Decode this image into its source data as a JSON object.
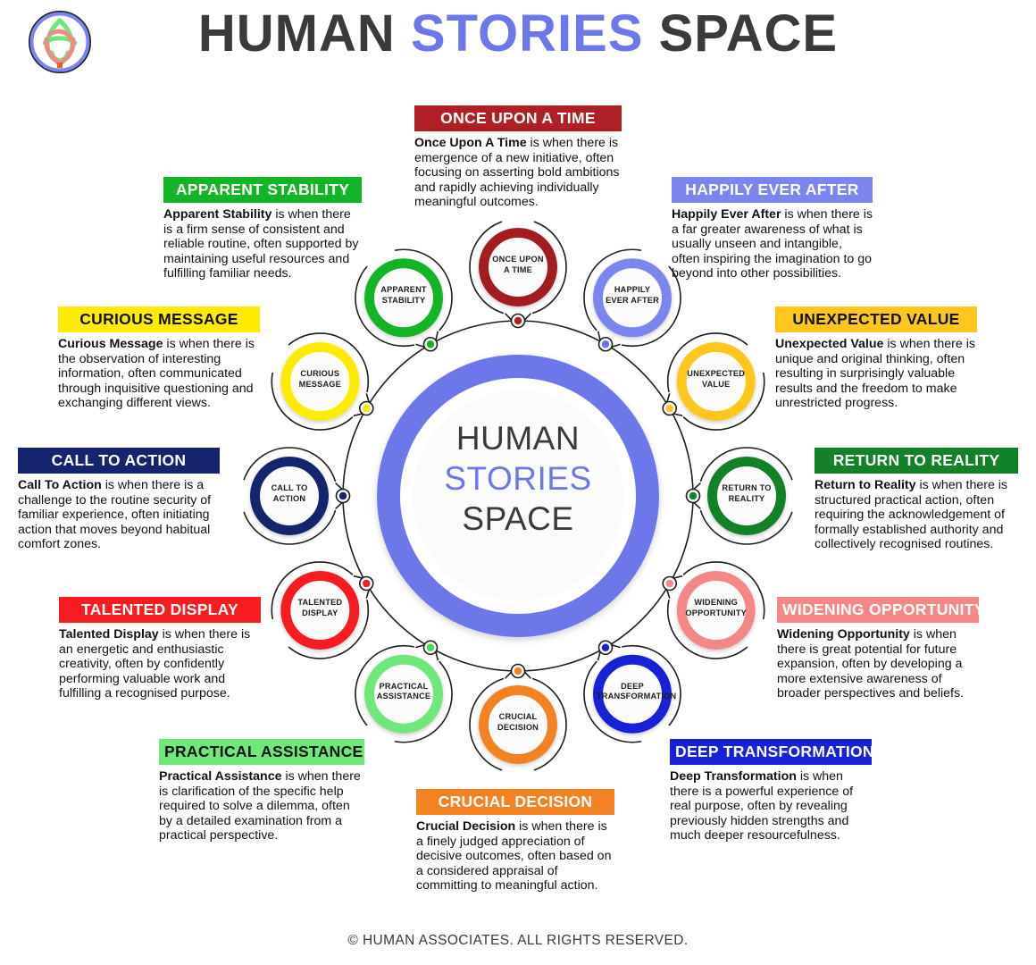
{
  "header": {
    "title_part1": "HUMAN ",
    "title_accent": "STORIES",
    "title_part2": " SPACE",
    "logo_name": "celtic-knot-logo"
  },
  "footer": {
    "copyright": "© HUMAN ASSOCIATES. ALL RIGHTS RESERVED."
  },
  "hub": {
    "line1": "HUMAN",
    "line2": "STORIES",
    "line3": "SPACE"
  },
  "colors": {
    "once_upon_a_time": "#a51c20",
    "apparent_stability": "#12b524",
    "curious_message": "#ffeb00",
    "call_to_action": "#14246e",
    "talented_display": "#f81b20",
    "practical_assistance": "#6ee878",
    "crucial_decision": "#f58220",
    "deep_transformation": "#1722d8",
    "widening_opportunity": "#f58787",
    "return_to_reality": "#128227",
    "unexpected_value": "#ffc61e",
    "happily_ever_after": "#7b85ef",
    "hub_ring": "#6c78ea",
    "title_accent": "#6c78ea"
  },
  "nodes": [
    {
      "id": "once-upon-a-time",
      "label": "ONCE UPON\nA TIME",
      "ring": "#a51c20",
      "dot": "#b01f24"
    },
    {
      "id": "happily-ever-after",
      "label": "HAPPILY\nEVER AFTER",
      "ring": "#7b85ef",
      "dot": "#6a74e8"
    },
    {
      "id": "unexpected-value",
      "label": "UNEXPECTED\nVALUE",
      "ring": "#ffc61e",
      "dot": "#ffc61e"
    },
    {
      "id": "return-to-reality",
      "label": "RETURN TO\nREALITY",
      "ring": "#128227",
      "dot": "#128227"
    },
    {
      "id": "widening-opportunity",
      "label": "WIDENING\nOPPORTUNITY",
      "ring": "#f58787",
      "dot": "#f58787"
    },
    {
      "id": "deep-transformation",
      "label": "DEEP\nTRANSFORMATION",
      "ring": "#1722d8",
      "dot": "#1722d8"
    },
    {
      "id": "crucial-decision",
      "label": "CRUCIAL\nDECISION",
      "ring": "#f58220",
      "dot": "#f58220"
    },
    {
      "id": "practical-assistance",
      "label": "PRACTICAL\nASSISTANCE",
      "ring": "#6ee878",
      "dot": "#45dd55"
    },
    {
      "id": "talented-display",
      "label": "TALENTED\nDISPLAY",
      "ring": "#f81b20",
      "dot": "#f81b20"
    },
    {
      "id": "call-to-action",
      "label": "CALL TO\nACTION",
      "ring": "#14246e",
      "dot": "#14246e"
    },
    {
      "id": "curious-message",
      "label": "CURIOUS\nMESSAGE",
      "ring": "#ffeb00",
      "dot": "#ffeb00"
    },
    {
      "id": "apparent-stability",
      "label": "APPARENT\nSTABILITY",
      "ring": "#12b524",
      "dot": "#12b524"
    }
  ],
  "cards": [
    {
      "id": "once-upon-a-time",
      "heading": "ONCE UPON A TIME",
      "bar_bg": "#b01f24",
      "bar_fg": "#ffffff",
      "lead": "Once Upon A Time",
      "text": " is when there is emergence of a new initiative, often focusing on asserting bold ambitions and rapidly achieving individually meaningful outcomes."
    },
    {
      "id": "apparent-stability",
      "heading": "APPARENT STABILITY",
      "bar_bg": "#12b524",
      "bar_fg": "#ffffff",
      "lead": "Apparent Stability",
      "text": " is when there is a firm sense of consistent and reliable routine, often supported by maintaining useful resources and fulfilling familiar needs."
    },
    {
      "id": "happily-ever-after",
      "heading": "HAPPILY EVER AFTER",
      "bar_bg": "#7b85ef",
      "bar_fg": "#ffffff",
      "lead": "Happily Ever After",
      "text": " is when there is a far greater awareness of what is usually unseen and intangible, often inspiring the imagination to go beyond into other possibilities."
    },
    {
      "id": "curious-message",
      "heading": "CURIOUS MESSAGE",
      "bar_bg": "#ffeb00",
      "bar_fg": "#111111",
      "lead": "Curious Message",
      "text": " is when there is the observation of interesting information, often communicated through inquisitive questioning and exchanging different views."
    },
    {
      "id": "unexpected-value",
      "heading": "UNEXPECTED VALUE",
      "bar_bg": "#ffc61e",
      "bar_fg": "#111111",
      "lead": "Unexpected Value",
      "text": " is when there is unique and original thinking, often resulting in surprisingly valuable results and the freedom to make unrestricted progress."
    },
    {
      "id": "call-to-action",
      "heading": "CALL TO ACTION",
      "bar_bg": "#14246e",
      "bar_fg": "#ffffff",
      "lead": "Call To Action",
      "text": " is when there is a challenge to the routine security of familiar experience, often initiating action that moves beyond habitual comfort zones."
    },
    {
      "id": "return-to-reality",
      "heading": "RETURN TO REALITY",
      "bar_bg": "#128227",
      "bar_fg": "#ffffff",
      "lead": "Return to Reality",
      "text": " is when there is structured practical action, often requiring the acknowledgement of formally established authority and collectively recognised routines."
    },
    {
      "id": "talented-display",
      "heading": "TALENTED DISPLAY",
      "bar_bg": "#f81b20",
      "bar_fg": "#ffffff",
      "lead": "Talented Display",
      "text": " is when there is an energetic and enthusiastic creativity, often by confidently performing valuable work and fulfilling a recognised purpose."
    },
    {
      "id": "widening-opportunity",
      "heading": "WIDENING OPPORTUNITY",
      "bar_bg": "#f58787",
      "bar_fg": "#ffffff",
      "lead": "Widening Opportunity",
      "text": " is when there is great potential for future expansion, often by developing a more extensive awareness of broader perspectives and beliefs."
    },
    {
      "id": "practical-assistance",
      "heading": "PRACTICAL ASSISTANCE",
      "bar_bg": "#6ee878",
      "bar_fg": "#111111",
      "lead": "Practical Assistance",
      "text": " is when there is clarification of the specific help required to solve a dilemma, often by a detailed examination from a practical perspective."
    },
    {
      "id": "deep-transformation",
      "heading": "DEEP TRANSFORMATION",
      "bar_bg": "#1722d8",
      "bar_fg": "#ffffff",
      "lead": "Deep Transformation",
      "text": " is when there is a powerful experience of real purpose, often by revealing previously hidden strengths and much deeper resourcefulness."
    },
    {
      "id": "crucial-decision",
      "heading": "CRUCIAL DECISION",
      "bar_bg": "#f58220",
      "bar_fg": "#ffffff",
      "lead": "Crucial Decision",
      "text": " is when there is a finely judged appreciation of decisive outcomes, often based on a considered appraisal of committing to meaningful action."
    }
  ]
}
